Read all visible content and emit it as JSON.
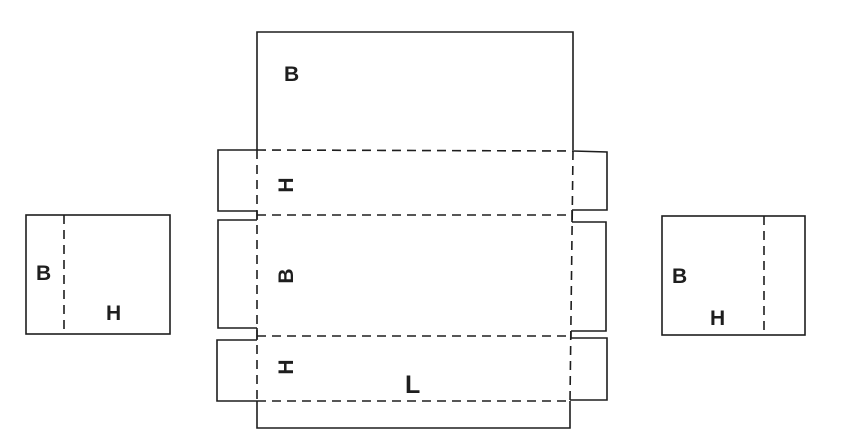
{
  "diagram": {
    "type": "box net / folding template",
    "colors": {
      "line": "#1e1e1e",
      "background": "#ffffff"
    },
    "main_net": {
      "top_panel": {
        "label": "B"
      },
      "side_strip_upper": {
        "label": "H"
      },
      "bottom_panel": {
        "label": "B"
      },
      "side_strip_lower": {
        "label": "H"
      },
      "length_label": "L"
    },
    "left_end_panel": {
      "label_b": "B",
      "label_h": "H"
    },
    "right_end_panel": {
      "label_b": "B",
      "label_h": "H"
    }
  }
}
